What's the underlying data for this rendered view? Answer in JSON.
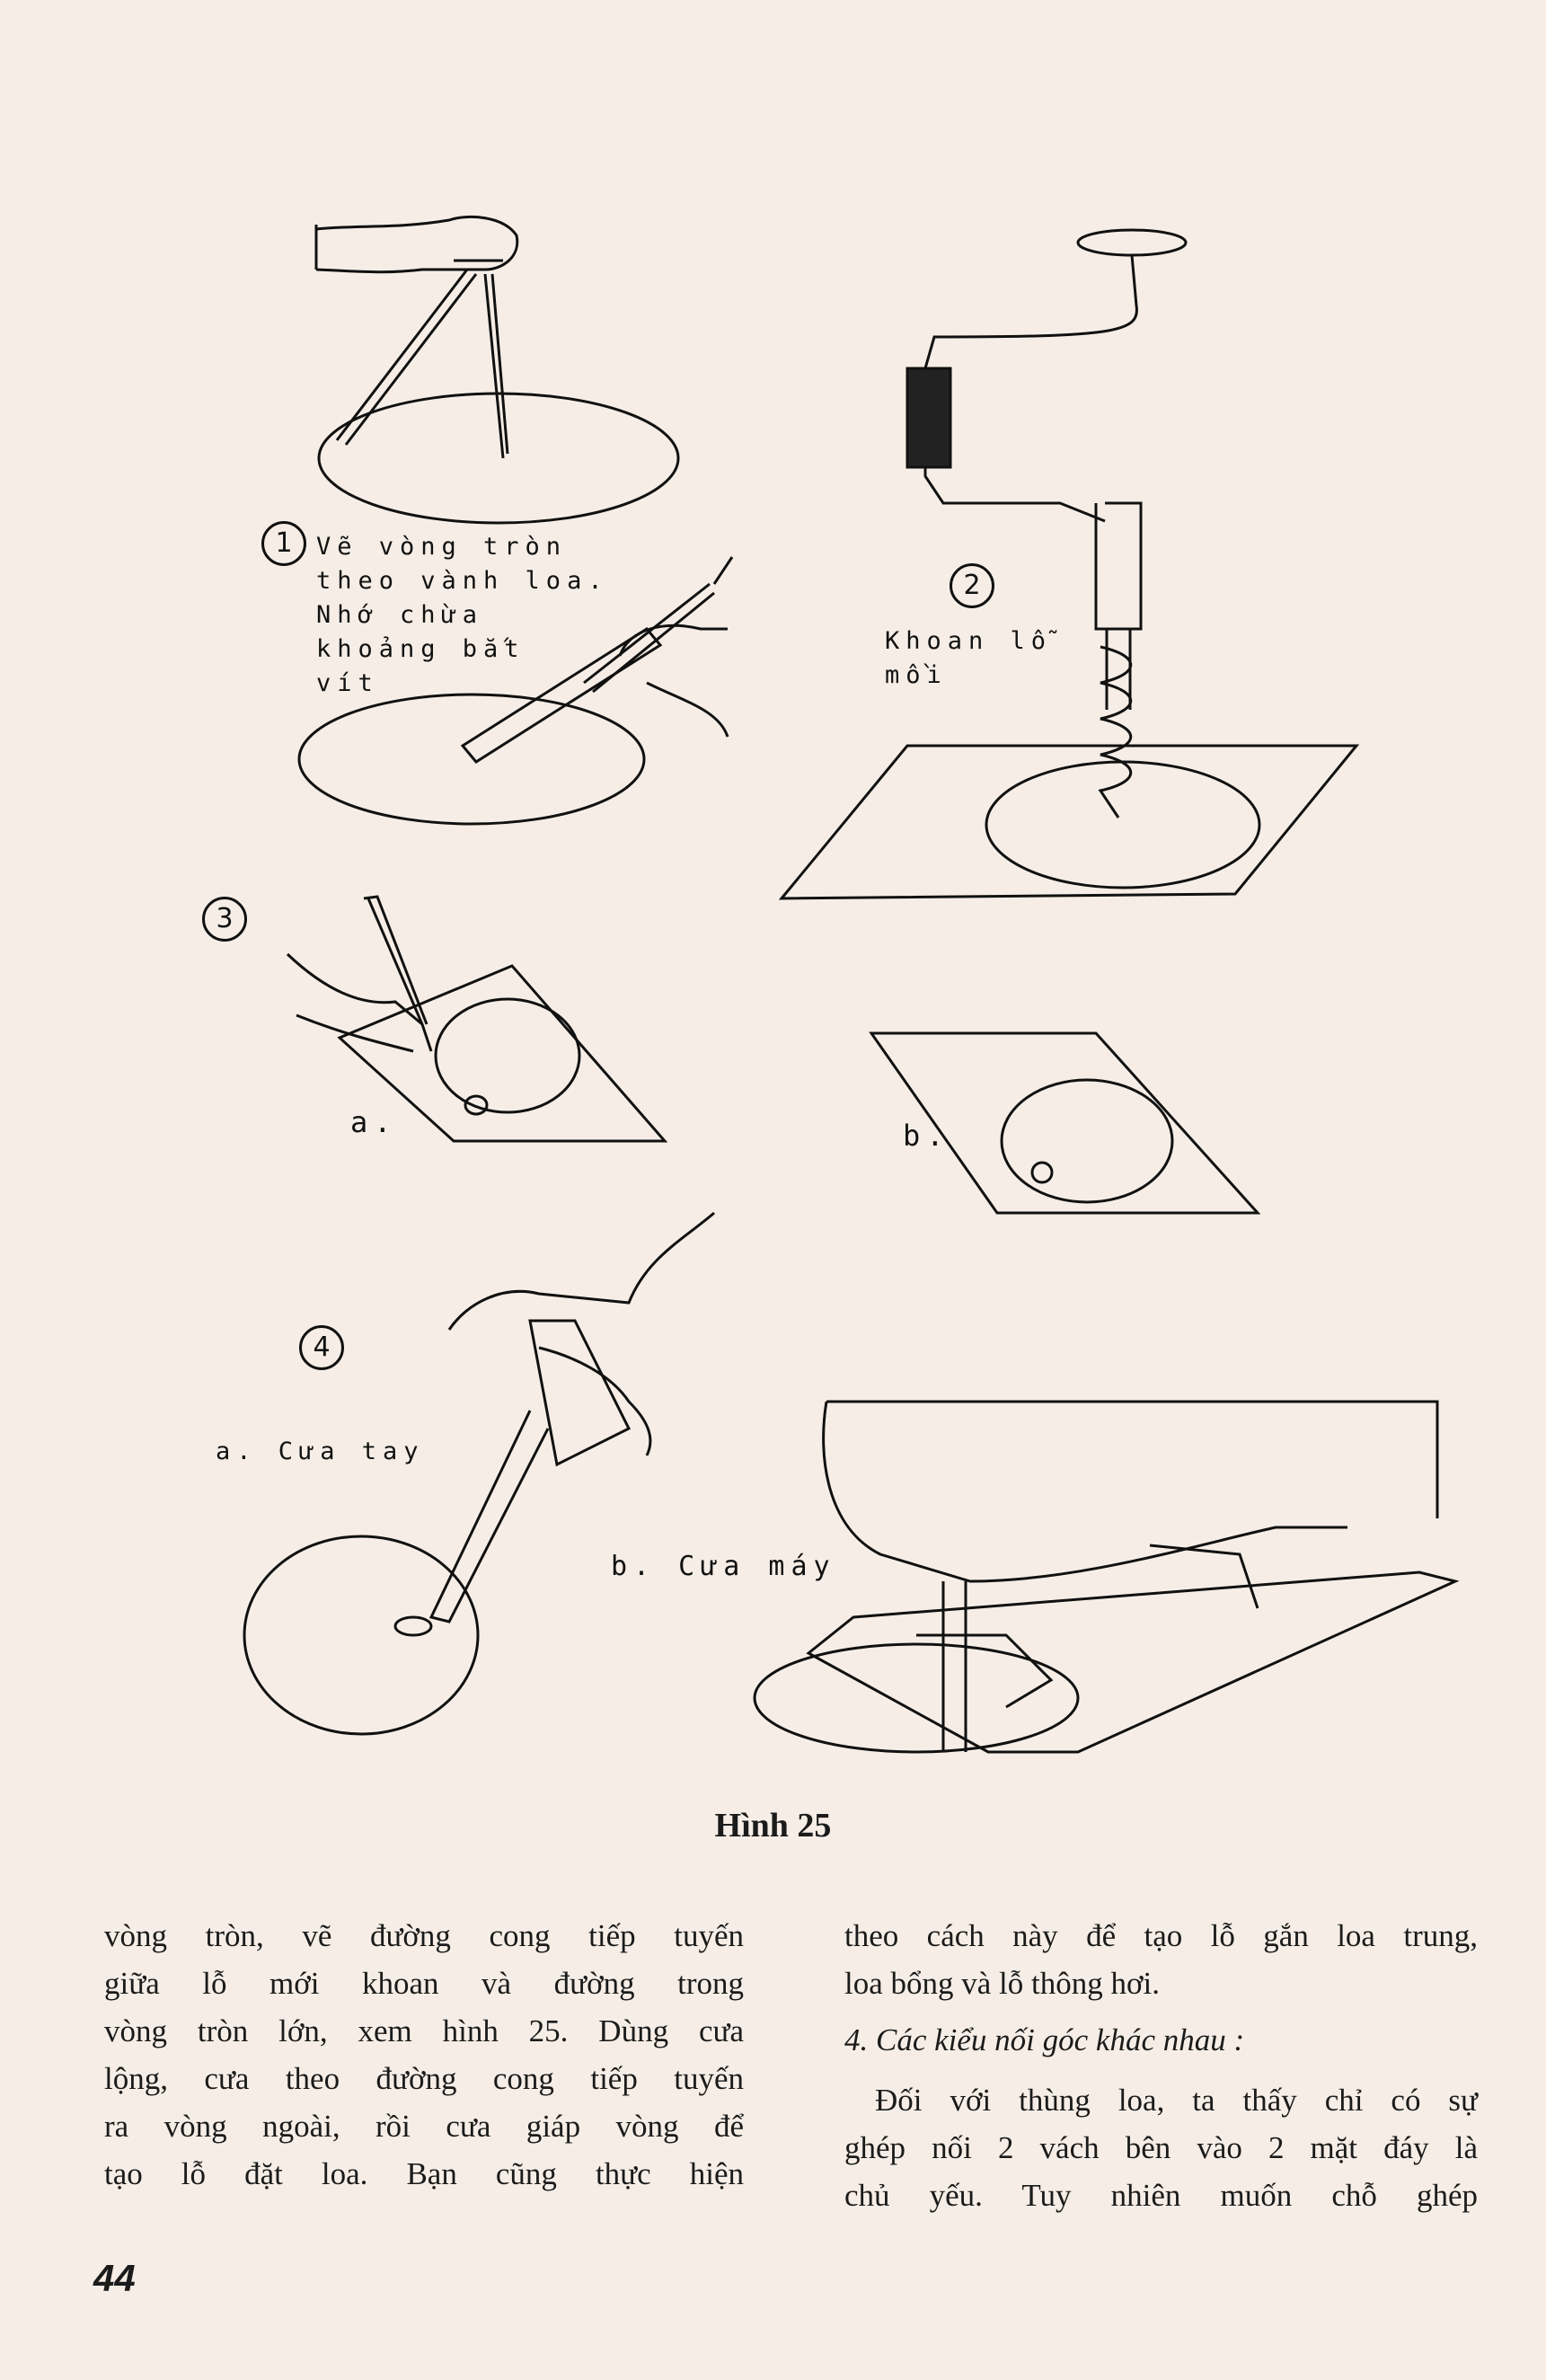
{
  "figure": {
    "step1_number": "1",
    "step1_label": [
      "Vẽ vòng tròn",
      "theo vành loa.",
      "Nhớ chừa",
      "khoảng bắt",
      "vít"
    ],
    "step2_number": "2",
    "step2_label": [
      "Khoan lỗ",
      "mồi"
    ],
    "step3_number": "3",
    "step3_a": "a.",
    "step3_b": "b.",
    "step4_number": "4",
    "step4_a": "a. Cưa tay",
    "step4_b": "b. Cưa máy",
    "caption": "Hình 25"
  },
  "left_column": [
    "vòng tròn, vẽ đường cong tiếp tuyến",
    "giữa lỗ mới khoan và đường trong",
    "vòng tròn lớn, xem hình 25. Dùng cưa",
    "lộng, cưa theo đường cong tiếp tuyến",
    "ra vòng ngoài, rồi cưa giáp vòng để",
    "tạo lỗ đặt loa. Bạn cũng thực hiện"
  ],
  "right_column": {
    "para1": [
      "theo cách này để tạo lỗ gắn loa trung,",
      "loa bổng và lỗ thông hơi."
    ],
    "heading": "4.  Các kiểu nối góc khác nhau :",
    "para2": [
      "Đối với thùng loa, ta thấy chỉ có sự",
      "ghép nối 2 vách bên vào 2 mặt đáy là",
      "chủ yếu. Tuy nhiên muốn chỗ ghép"
    ]
  },
  "page_number": "44"
}
